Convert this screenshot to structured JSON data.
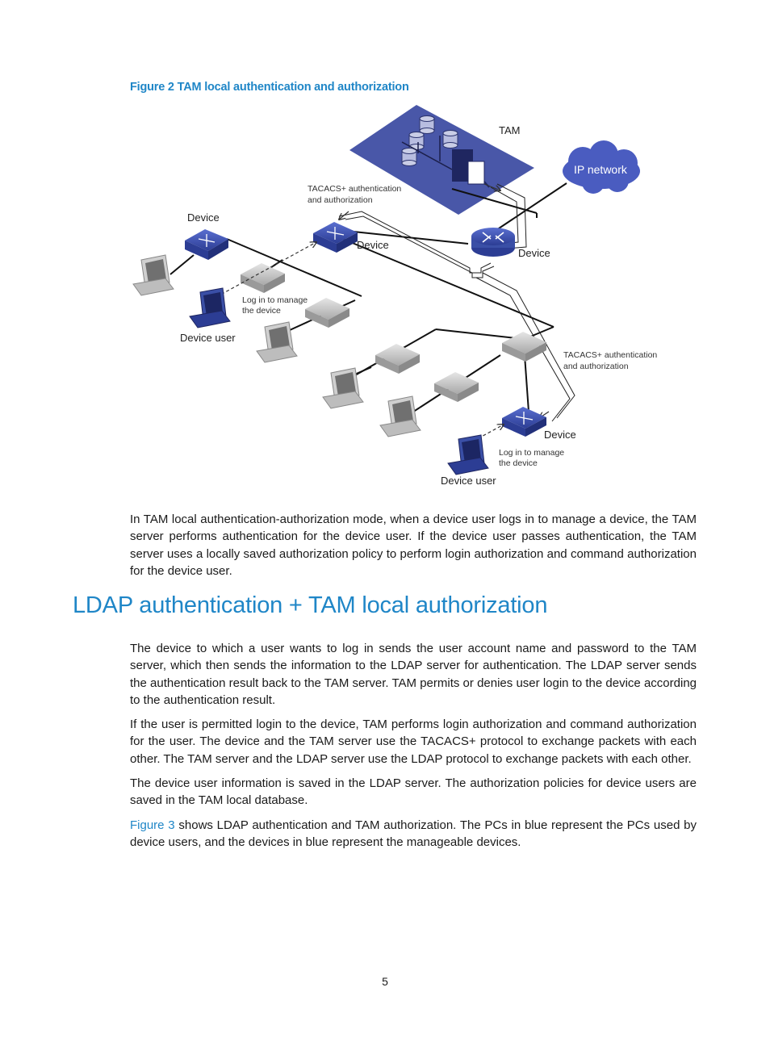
{
  "figure": {
    "caption": "Figure 2 TAM local authentication and authorization",
    "labels": {
      "tam": "TAM",
      "ip_network": "IP network",
      "tacacs_top_1": "TACACS+ authentication",
      "tacacs_top_2": "and authorization",
      "device_left": "Device",
      "device_center": "Device",
      "device_router": "Device",
      "login_left_1": "Log in to manage",
      "login_left_2": "the device",
      "device_user_left": "Device user",
      "tacacs_right_1": "TACACS+ authentication",
      "tacacs_right_2": "and authorization",
      "device_bottom": "Device",
      "login_bottom_1": "Log in to manage",
      "login_bottom_2": "the device",
      "device_user_bottom": "Device user"
    }
  },
  "body": {
    "para1": "In TAM local authentication-authorization mode, when a device user logs in to manage a device, the TAM server performs authentication for the device user. If the device user passes authentication, the TAM server uses a locally saved authorization policy to perform login authorization and command authorization for the device user.",
    "heading": "LDAP authentication + TAM local authorization",
    "para2": "The device to which a user wants to log in sends the user account name and password to the TAM server, which then sends the information to the LDAP server for authentication. The LDAP server sends the authentication result back to the TAM server. TAM permits or denies user login to the device according to the authentication result.",
    "para3": "If the user is permitted login to the device, TAM performs login authorization and command authorization for the user. The device and the TAM server use the TACACS+ protocol to exchange packets with each other. The TAM server and the LDAP server use the LDAP protocol to exchange packets with each other.",
    "para4": "The device user information is saved in the LDAP server. The authorization policies for device users are saved in the TAM local database.",
    "para5_link": "Figure 3",
    "para5_rest": " shows LDAP authentication and TAM authorization. The PCs in blue represent the PCs used by device users, and the devices in blue represent the manageable devices."
  },
  "page_number": "5",
  "colors": {
    "accent": "#1f86c7",
    "device_blue": "#3a4fa6",
    "tam_panel": "#4957a8"
  }
}
